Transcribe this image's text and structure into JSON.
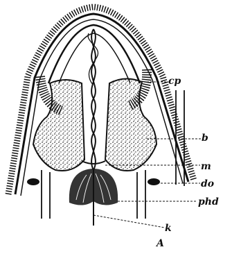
{
  "figure": {
    "labels": {
      "cp": "cp",
      "b": "b",
      "m": "m",
      "do": "do",
      "phd": "phd",
      "k": "k",
      "A": "A"
    }
  },
  "colors": {
    "ink": "#111111",
    "background": "#ffffff"
  }
}
